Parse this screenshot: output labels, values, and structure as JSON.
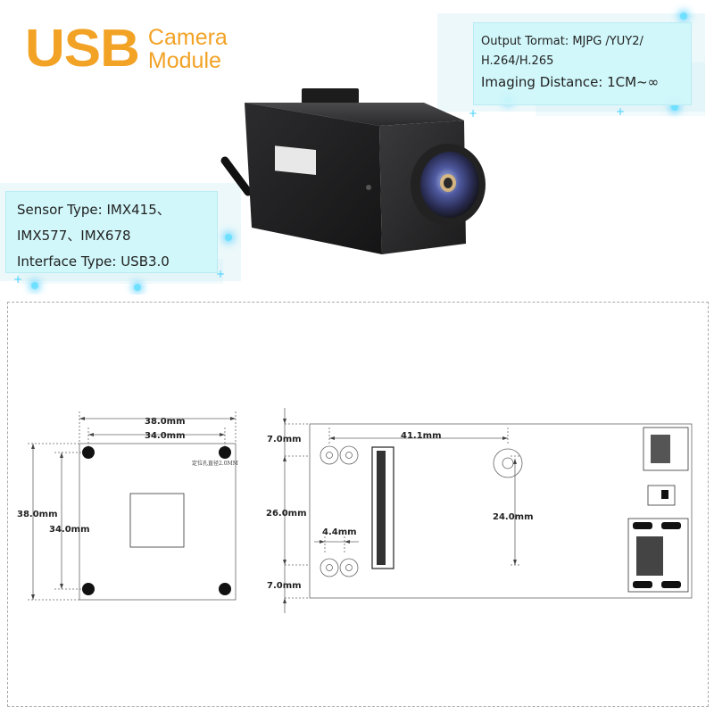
{
  "logo": {
    "main": "USB",
    "line1": "Camera",
    "line2": "Module",
    "color": "#f2a225"
  },
  "specs_right": {
    "line1": "Output Tormat: MJPG /YUY2/",
    "line2": "H.264/H.265",
    "line3": "Imaging Distance: 1CM~∞"
  },
  "specs_left": {
    "line1": "Sensor Type: IMX415、",
    "line2": "IMX577、IMX678",
    "line3": "Interface Type: USB3.0"
  },
  "front_view": {
    "dim_top_outer": "38.0mm",
    "dim_top_inner": "34.0mm",
    "dim_left_outer": "38.0mm",
    "dim_left_inner": "34.0mm",
    "note": "定位孔直径2.0MM"
  },
  "side_view": {
    "dim_top": "41.1mm",
    "dim_left_top": "7.0mm",
    "dim_left_mid": "26.0mm",
    "dim_left_bottom": "7.0mm",
    "dim_hole_gap": "4.4mm",
    "dim_right": "24.0mm"
  }
}
